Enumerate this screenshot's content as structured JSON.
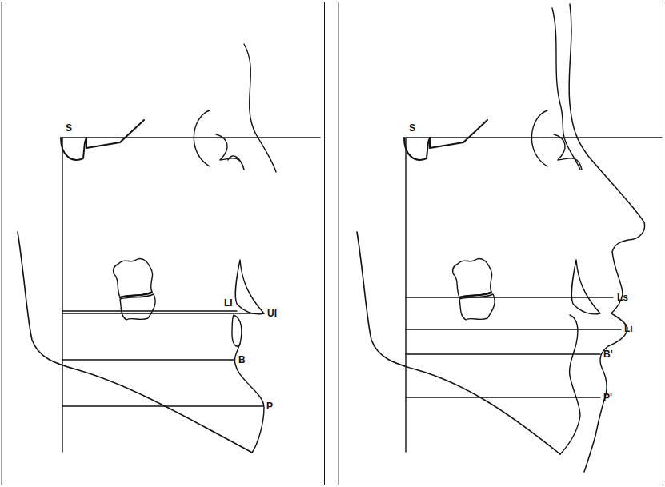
{
  "diagram": {
    "labels": [
      "S",
      "LI",
      "UI",
      "B",
      "P",
      "S",
      "Ls",
      "Li",
      "B'",
      "P'"
    ]
  }
}
